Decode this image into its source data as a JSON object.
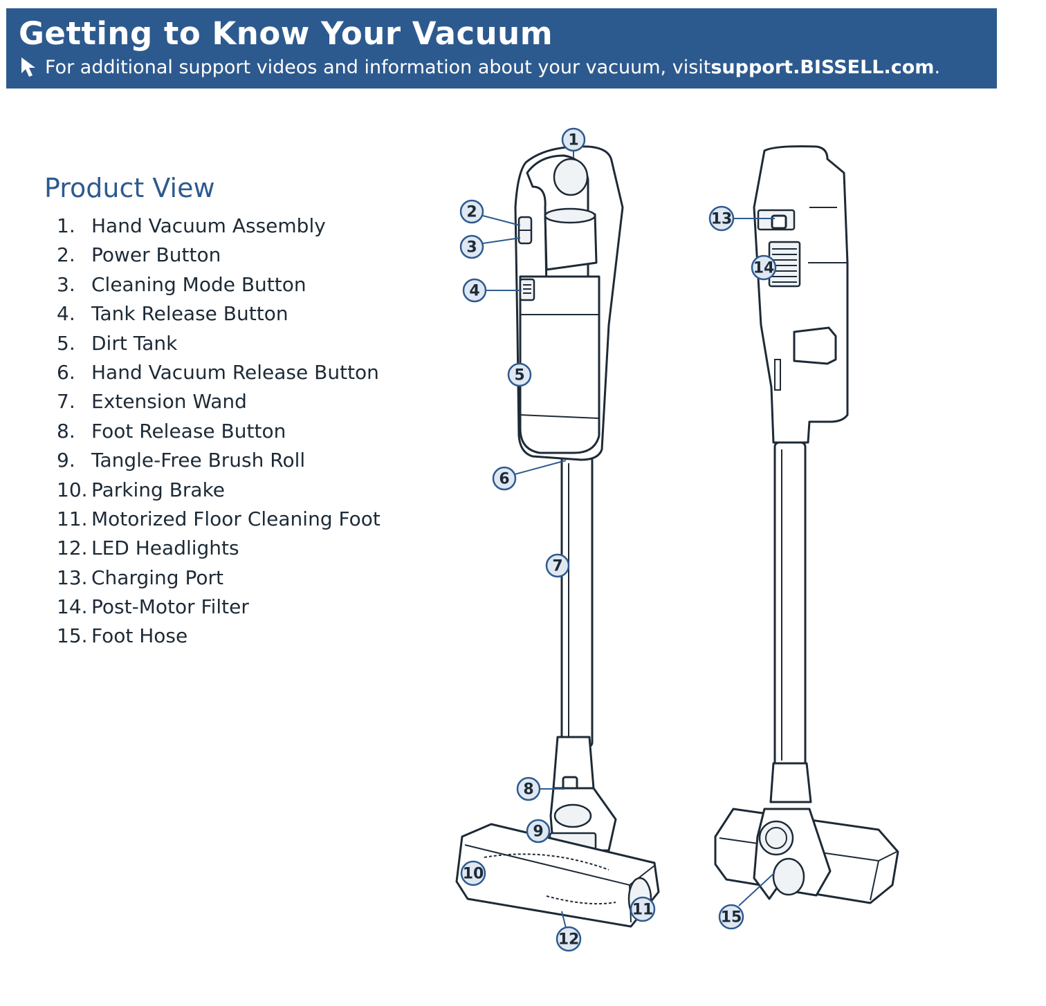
{
  "header": {
    "title": "Getting to Know Your Vacuum",
    "subtitle_prefix": "For additional support videos and information about your vacuum, visit ",
    "subtitle_link": "support.BISSELL.com",
    "subtitle_suffix": ".",
    "cursor_icon": "arrow-cursor-icon",
    "banner_color": "#2d5a8e"
  },
  "product_view": {
    "title": "Product View",
    "parts": [
      {
        "number": "1.",
        "label": "Hand Vacuum Assembly"
      },
      {
        "number": "2.",
        "label": "Power Button"
      },
      {
        "number": "3.",
        "label": "Cleaning Mode Button"
      },
      {
        "number": "4.",
        "label": "Tank Release Button"
      },
      {
        "number": "5.",
        "label": "Dirt Tank"
      },
      {
        "number": "6.",
        "label": "Hand Vacuum Release Button"
      },
      {
        "number": "7.",
        "label": "Extension Wand"
      },
      {
        "number": "8.",
        "label": "Foot Release Button"
      },
      {
        "number": "9.",
        "label": "Tangle-Free Brush Roll"
      },
      {
        "number": "10.",
        "label": "Parking Brake"
      },
      {
        "number": "11.",
        "label": "Motorized Floor Cleaning Foot"
      },
      {
        "number": "12.",
        "label": "LED Headlights"
      },
      {
        "number": "13.",
        "label": "Charging Port"
      },
      {
        "number": "14.",
        "label": "Post-Motor Filter"
      },
      {
        "number": "15.",
        "label": "Foot Hose"
      }
    ]
  },
  "diagram": {
    "callouts": [
      "1",
      "2",
      "3",
      "4",
      "5",
      "6",
      "7",
      "8",
      "9",
      "10",
      "11",
      "12",
      "13",
      "14",
      "15"
    ]
  }
}
